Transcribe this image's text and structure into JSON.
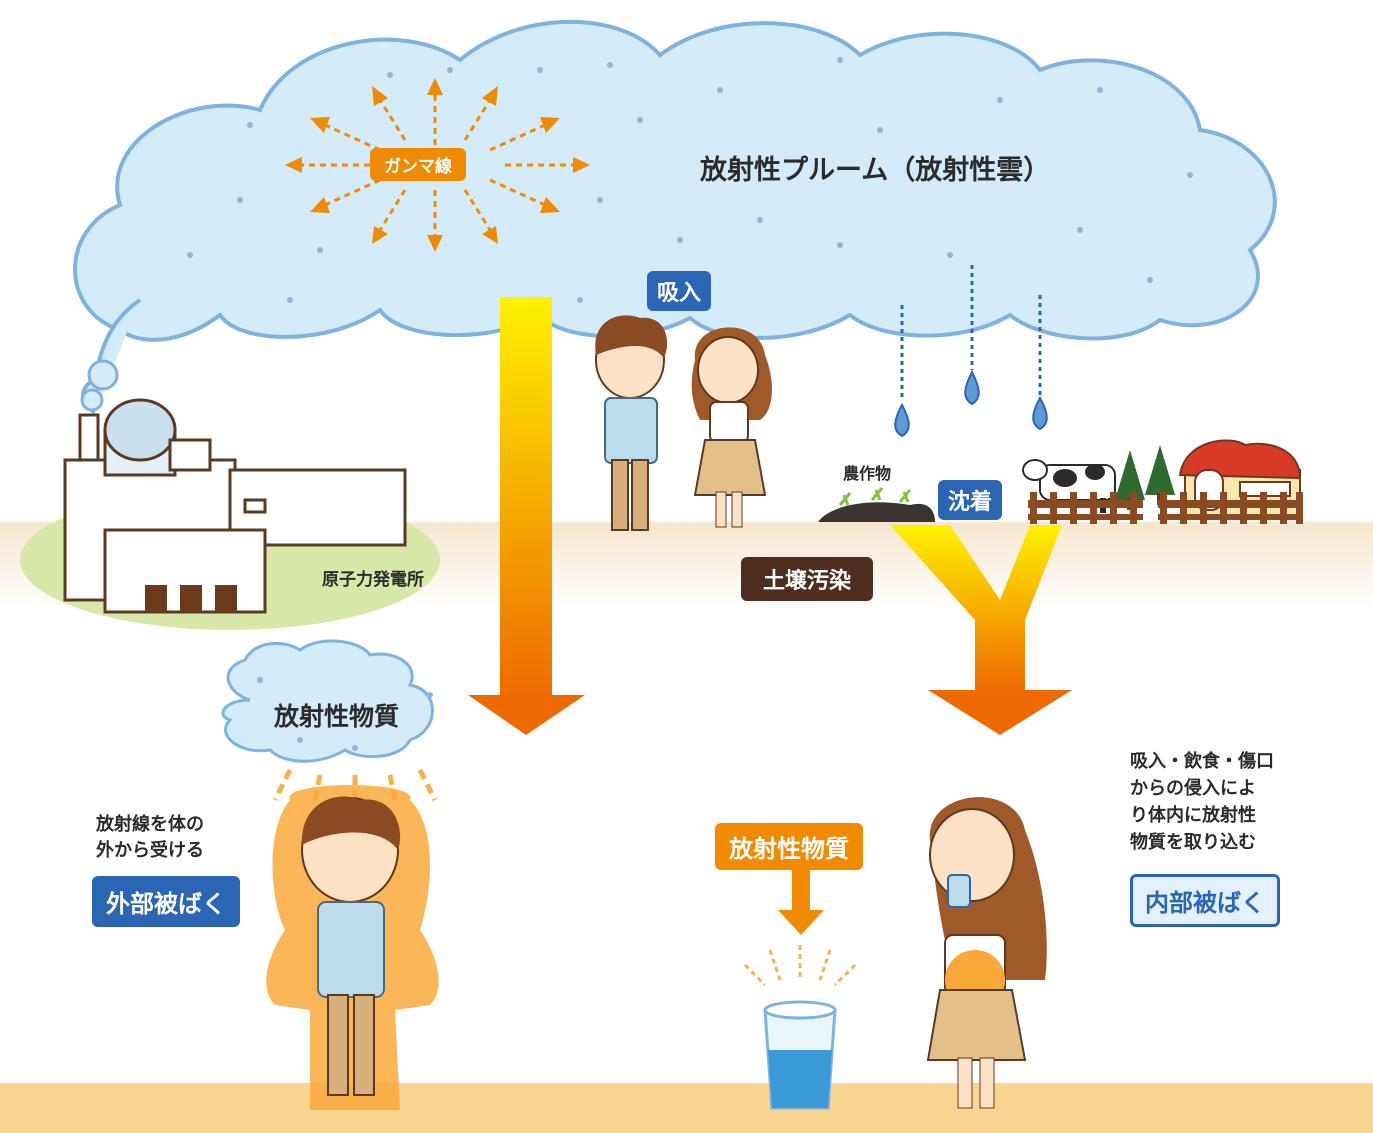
{
  "labels": {
    "gamma": "ガンマ線",
    "plume": "放射性プルーム（放射性雲）",
    "inhalation": "吸入",
    "crops": "農作物",
    "deposition": "沈着",
    "plant": "原子力発電所",
    "soil": "土壌汚染",
    "material_left": "放射性物質",
    "material_right": "放射性物質",
    "ext_line1": "放射線を体の",
    "ext_line2": "外から受ける",
    "external": "外部被ばく",
    "int_line1": "吸入・飲食・傷口",
    "int_line2": "からの侵入によ",
    "int_line3": "り体内に放射性",
    "int_line4": "物質を取り込む",
    "internal": "内部被ばく"
  },
  "colors": {
    "cloud_fill": "#d4ecf9",
    "cloud_stroke": "#7fb2de",
    "ground": "#f6e6cf",
    "ground_bottom": "#f9d592",
    "arrow_top": "#fff200",
    "arrow_bottom": "#ee6a00",
    "accent_blue": "#2a66b4",
    "accent_orange": "#f08a00",
    "accent_brown": "#4e2d1e"
  },
  "icons": [
    "nuclear-plant-icon",
    "person-boy-icon",
    "person-girl-icon",
    "cow-icon",
    "barn-icon",
    "tree-icon",
    "raindrop-icon",
    "water-glass-icon"
  ]
}
